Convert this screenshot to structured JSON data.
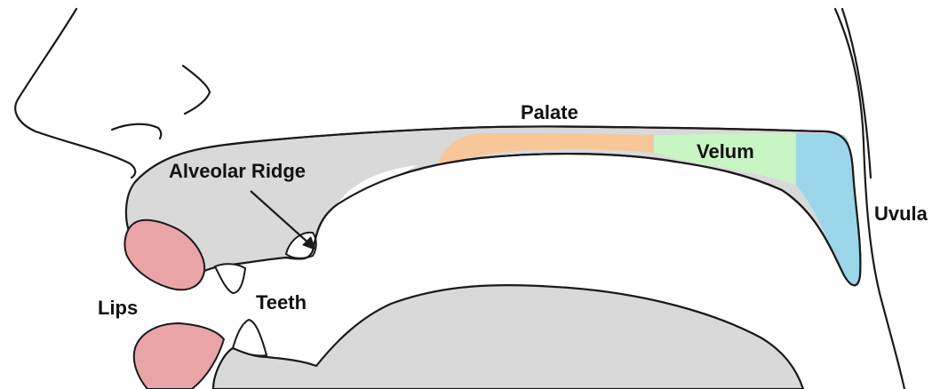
{
  "labels": {
    "palate": "Palate",
    "alveolar_ridge": "Alveolar Ridge",
    "velum": "Velum",
    "uvula": "Uvula",
    "lips": "Lips",
    "teeth": "Teeth"
  },
  "colors": {
    "tissue": "#d9d9d9",
    "lips": "#e8a4a6",
    "palate": "#f7c799",
    "velum": "#c8f5c3",
    "uvula": "#9bd5e8",
    "outline": "#1a1a1a"
  }
}
